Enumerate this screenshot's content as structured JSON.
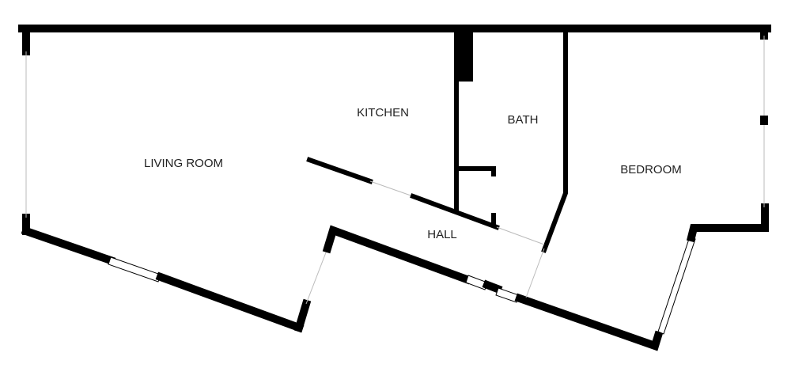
{
  "rooms": {
    "living_room": "LIVING ROOM",
    "kitchen": "KITCHEN",
    "bath": "BATH",
    "bedroom": "BEDROOM",
    "hall": "HALL"
  },
  "colors": {
    "wall": "#000000",
    "background": "#ffffff",
    "label": "#222222",
    "opening": "#bbbbbb"
  }
}
